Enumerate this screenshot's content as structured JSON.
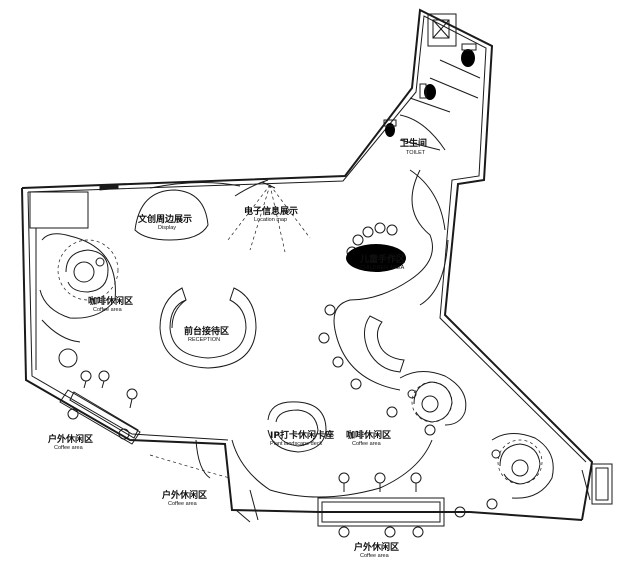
{
  "labels": {
    "toilet_zh": "卫生间",
    "toilet_en": "TOILET",
    "location_zh": "电子信息展示",
    "location_en": "Location map",
    "display_zh": "文创周边展示",
    "display_en": "Display",
    "children_zh": "儿童手作区",
    "children_en": "CHILDREN AREA",
    "coffee_left_zh": "咖啡休闲区",
    "coffee_left_en": "Coffee area",
    "reception_zh": "前台接待区",
    "reception_en": "RECEPTION",
    "outdoor_left_zh": "户外休闲区",
    "outdoor_left_en": "Coffee area",
    "ip_zh": "IP打卡休闲卡座",
    "ip_en": "Plant landscape deck",
    "coffee_right_zh": "咖啡休闲区",
    "coffee_right_en": "Coffee area",
    "outdoor_mid_zh": "户外休闲区",
    "outdoor_mid_en": "Coffee area",
    "outdoor_bottom_zh": "户外休闲区",
    "outdoor_bottom_en": "Coffee area"
  }
}
